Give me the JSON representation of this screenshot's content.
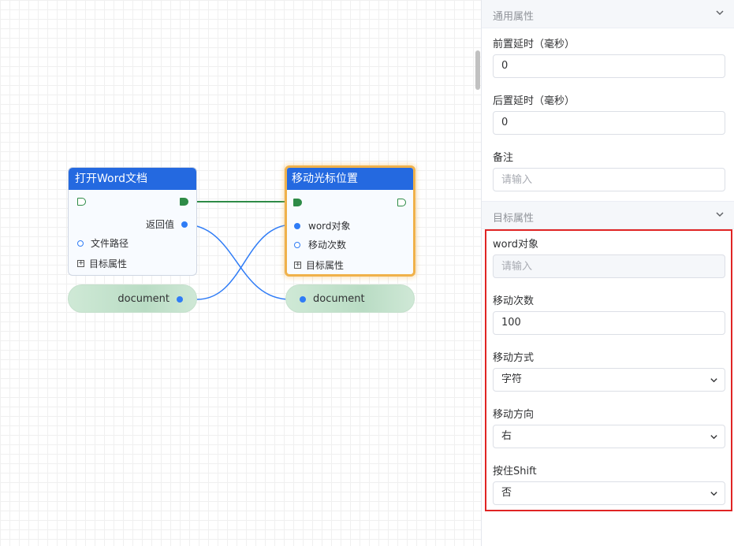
{
  "canvas": {
    "node_open": {
      "title": "打开Word文档",
      "return_label": "返回值",
      "file_path_label": "文件路径",
      "target_props_label": "目标属性"
    },
    "node_move": {
      "title": "移动光标位置",
      "word_obj_label": "word对象",
      "move_count_label": "移动次数",
      "target_props_label": "目标属性"
    },
    "var_left": {
      "label": "document"
    },
    "var_right": {
      "label": "document"
    }
  },
  "panel": {
    "general_section": {
      "title": "通用属性"
    },
    "pre_delay": {
      "label": "前置延时（毫秒）",
      "value": "0"
    },
    "post_delay": {
      "label": "后置延时（毫秒）",
      "value": "0"
    },
    "remark": {
      "label": "备注",
      "placeholder": "请输入",
      "value": ""
    },
    "target_section": {
      "title": "目标属性"
    },
    "word_object": {
      "label": "word对象",
      "placeholder": "请输入",
      "value": ""
    },
    "move_count": {
      "label": "移动次数",
      "value": "100"
    },
    "move_mode": {
      "label": "移动方式",
      "value": "字符"
    },
    "move_direction": {
      "label": "移动方向",
      "value": "右"
    },
    "hold_shift": {
      "label": "按住Shift",
      "value": "否"
    }
  },
  "colors": {
    "node_header": "#2469e0",
    "flow_wire": "#2e8b47",
    "data_wire": "#2f7cf6",
    "selected_border": "#f0b14a",
    "highlight_box": "#e02424"
  }
}
